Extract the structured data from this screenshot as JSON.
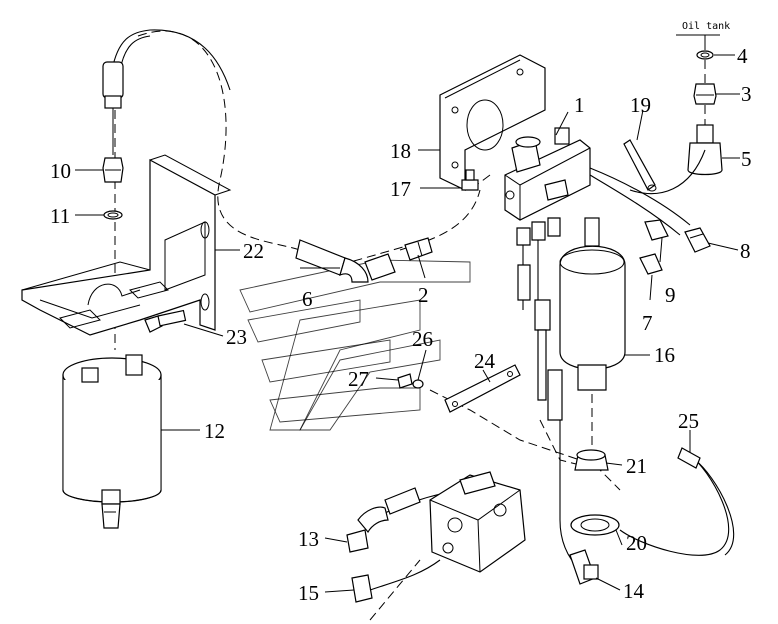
{
  "diagram": {
    "header_note": "Oil tank",
    "callouts": [
      "1",
      "2",
      "3",
      "4",
      "5",
      "6",
      "7",
      "8",
      "9",
      "10",
      "11",
      "12",
      "13",
      "14",
      "15",
      "16",
      "17",
      "18",
      "19",
      "20",
      "21",
      "22",
      "23",
      "24",
      "25",
      "26",
      "27"
    ]
  }
}
